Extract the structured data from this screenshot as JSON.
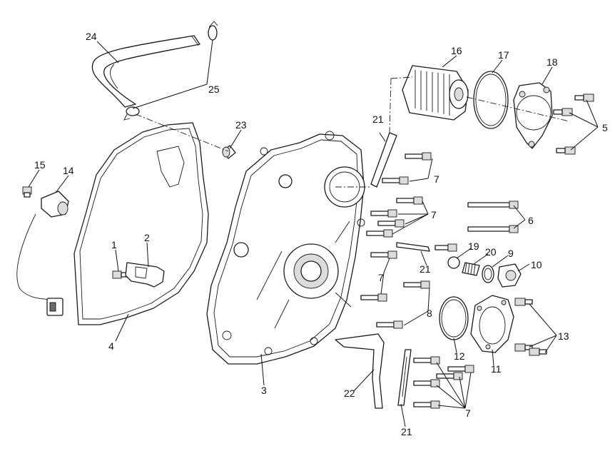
{
  "diagram": {
    "callouts": [
      {
        "id": "c1",
        "text": "1"
      },
      {
        "id": "c2",
        "text": "2"
      },
      {
        "id": "c3",
        "text": "3"
      },
      {
        "id": "c4",
        "text": "4"
      },
      {
        "id": "c5",
        "text": "5"
      },
      {
        "id": "c6",
        "text": "6"
      },
      {
        "id": "c7a",
        "text": "7"
      },
      {
        "id": "c7b",
        "text": "7"
      },
      {
        "id": "c7c",
        "text": "7"
      },
      {
        "id": "c7d",
        "text": "7"
      },
      {
        "id": "c8",
        "text": "8"
      },
      {
        "id": "c9",
        "text": "9"
      },
      {
        "id": "c10",
        "text": "10"
      },
      {
        "id": "c11",
        "text": "11"
      },
      {
        "id": "c12",
        "text": "12"
      },
      {
        "id": "c13",
        "text": "13"
      },
      {
        "id": "c14",
        "text": "14"
      },
      {
        "id": "c15",
        "text": "15"
      },
      {
        "id": "c16",
        "text": "16"
      },
      {
        "id": "c17",
        "text": "17"
      },
      {
        "id": "c18",
        "text": "18"
      },
      {
        "id": "c19",
        "text": "19"
      },
      {
        "id": "c20",
        "text": "20"
      },
      {
        "id": "c21a",
        "text": "21"
      },
      {
        "id": "c21b",
        "text": "21"
      },
      {
        "id": "c21c",
        "text": "21"
      },
      {
        "id": "c22",
        "text": "22"
      },
      {
        "id": "c23",
        "text": "23"
      },
      {
        "id": "c24",
        "text": "24"
      },
      {
        "id": "c25",
        "text": "25"
      }
    ]
  }
}
